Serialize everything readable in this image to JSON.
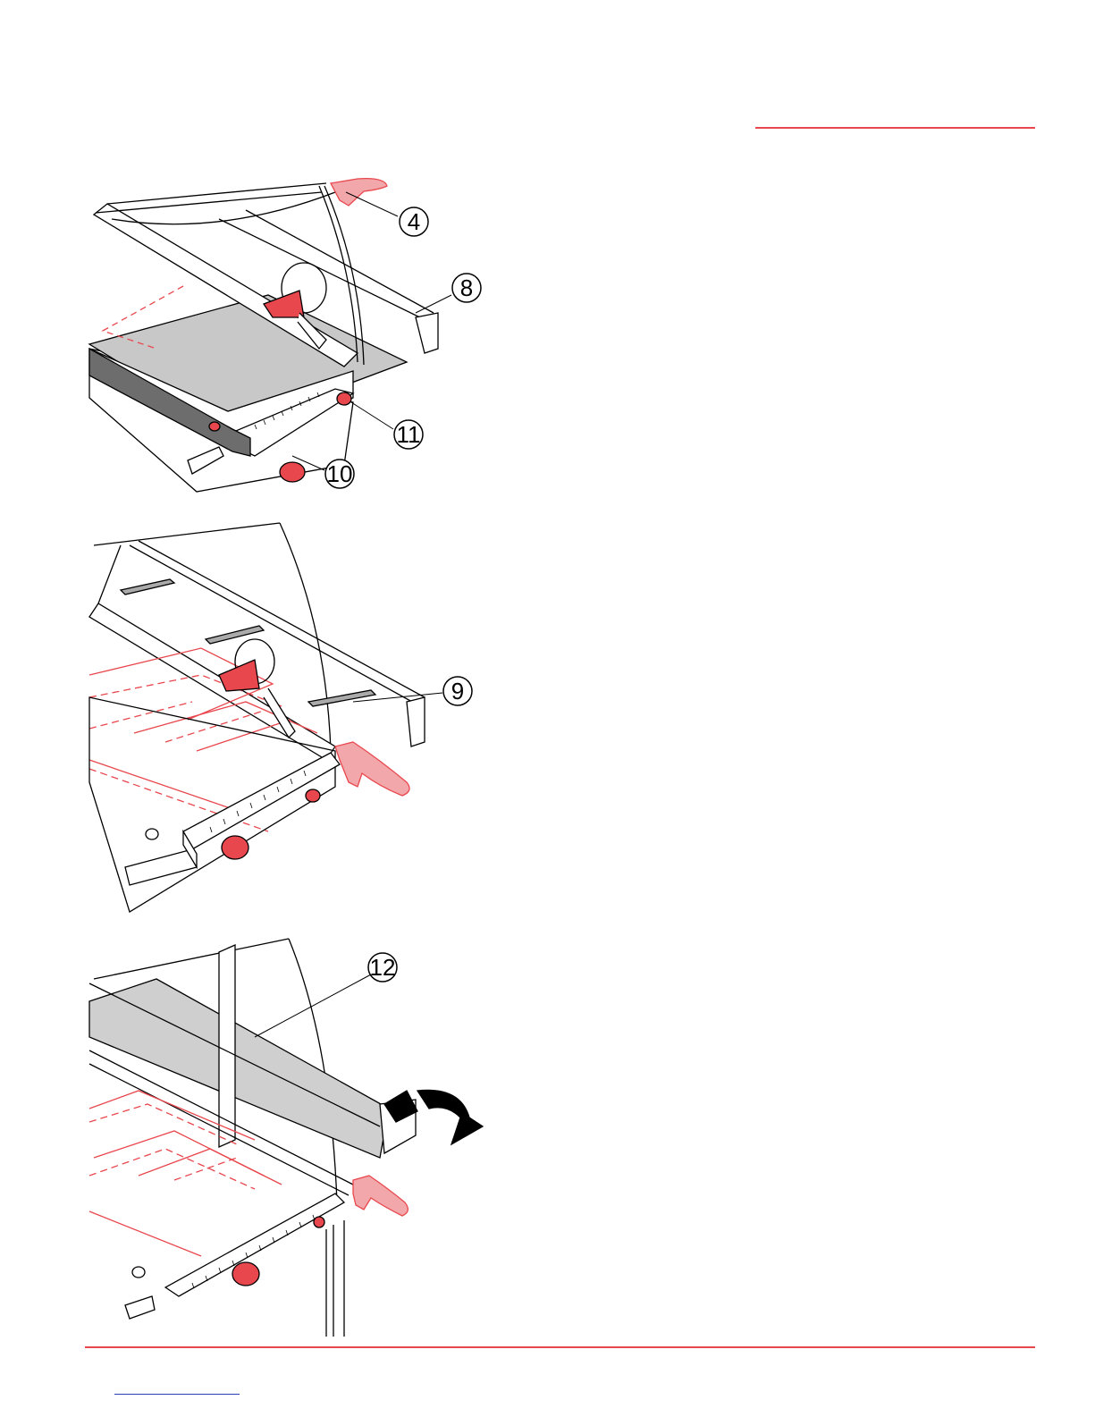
{
  "page": {
    "background": "#ffffff",
    "accent_color": "#e8474d",
    "footer_link_color": "#2b3fb3"
  },
  "figures": [
    {
      "name": "figure-cutter-top",
      "callouts": [
        "4",
        "8",
        "11",
        "10"
      ]
    },
    {
      "name": "figure-cutter-middle",
      "callouts": [
        "9"
      ]
    },
    {
      "name": "figure-cutter-bottom",
      "callouts": [
        "12"
      ]
    }
  ]
}
